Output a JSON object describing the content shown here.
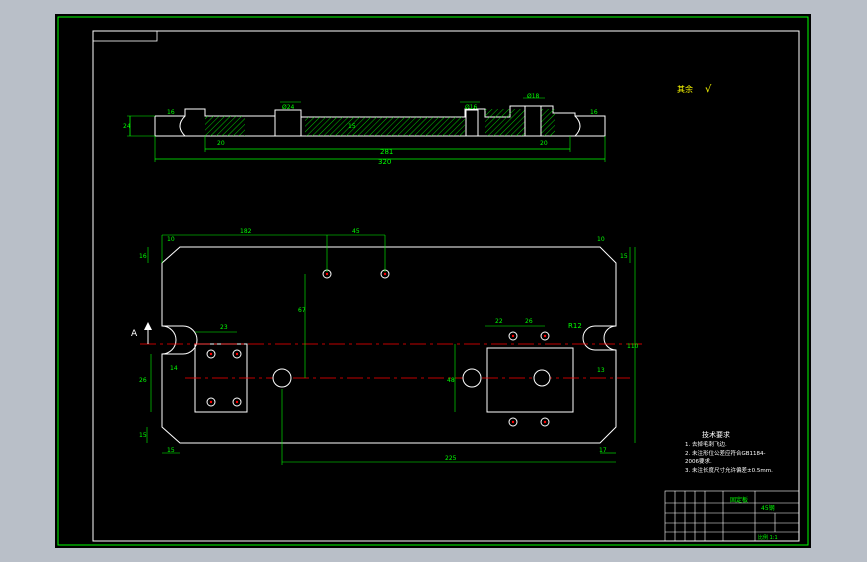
{
  "drawing": {
    "roughness_note": "其余",
    "roughness_symbol": "√",
    "notes_title": "技术要求",
    "notes": [
      "1. 去掉毛刺飞边.",
      "2. 未注形位公差应符合GB1184-",
      "   2006要求.",
      "3. 未注长度尺寸允许偏差±0.5mm."
    ],
    "side_view_dims": {
      "overall_length": "320",
      "hole_span": "281",
      "hole_left": "Ø24",
      "hole_mid": "Ø16",
      "hole_right": "Ø18",
      "left_height": "24",
      "left_step": "16",
      "left_offset": "20",
      "right_offset": "20",
      "right_step": "16",
      "mid_label": "15"
    },
    "plan_view_dims": {
      "top_left_length": "182",
      "top_span": "45",
      "corner_top_left": "10",
      "corner_top_right": "10",
      "left_height": "16",
      "right_height": "15",
      "center_drop": "67",
      "block_width_left": "23",
      "slot_depth": "14",
      "left_block_height": "26",
      "left_low": "15",
      "bottom_corner": "15",
      "right_bottom": "17",
      "hole_pitch_a": "22",
      "hole_pitch_b": "26",
      "slot_radius": "R12",
      "center_offset": "48",
      "right_offset": "13",
      "overall_height": "110",
      "bottom_span": "225"
    },
    "section_label": "A"
  },
  "title_block": {
    "part_name": "固定板",
    "material": "45钢",
    "scale_note": "比例 1:1"
  },
  "colors": {
    "background": "#000000",
    "outline": "#ffffff",
    "dimension": "#00ff00",
    "centerline": "#ff0000",
    "frame": "#00ff00",
    "window": "#b9bfc8",
    "roughness": "#ffff00"
  }
}
